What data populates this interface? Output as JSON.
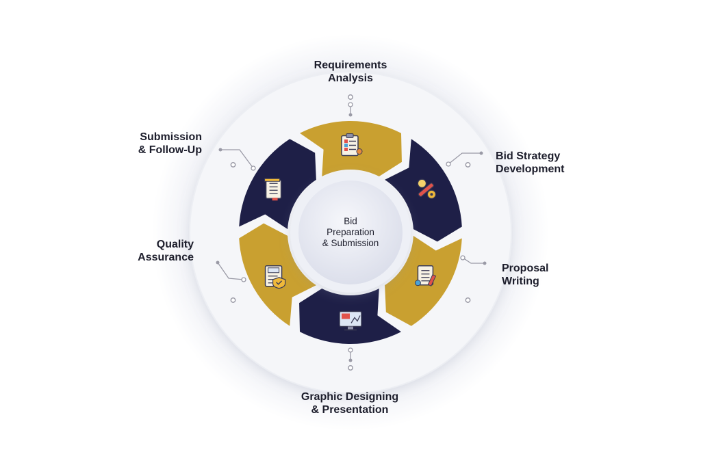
{
  "center": {
    "title": "Bid\nPreparation\n& Submission"
  },
  "steps": [
    {
      "label": "Requirements\nAnalysis",
      "icon": "clipboard-checklist-icon",
      "color": "#c9a030"
    },
    {
      "label": "Bid Strategy\nDevelopment",
      "icon": "strategy-pencil-gear-icon",
      "color": "#1e1f47"
    },
    {
      "label": "Proposal\nWriting",
      "icon": "proposal-document-icon",
      "color": "#c9a030"
    },
    {
      "label": "Graphic Designing\n& Presentation",
      "icon": "monitor-graphics-icon",
      "color": "#1e1f47"
    },
    {
      "label": "Quality\nAssurance",
      "icon": "qa-checklist-badge-icon",
      "color": "#c9a030"
    },
    {
      "label": "Submission\n& Follow-Up",
      "icon": "submission-document-icon",
      "color": "#1e1f47"
    }
  ],
  "colors": {
    "gold": "#c9a030",
    "navy": "#1e1f47",
    "text": "#1c1d2b"
  }
}
